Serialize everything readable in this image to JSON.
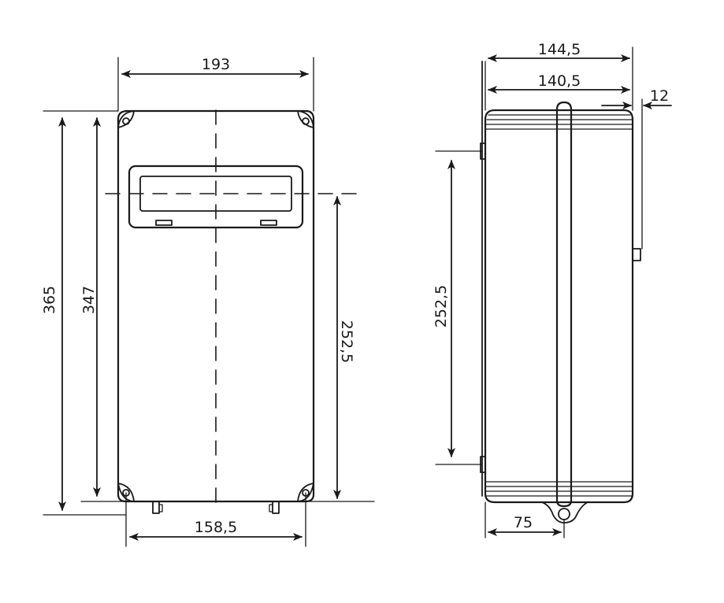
{
  "front_view": {
    "width": "193",
    "height_outer": "365",
    "height_inner": "347",
    "window_offset": "252,5",
    "mount_spacing": "158,5"
  },
  "side_view": {
    "depth_outer": "144,5",
    "depth_inner": "140,5",
    "flange": "12",
    "mount_height": "252,5",
    "bracket_offset": "75"
  }
}
